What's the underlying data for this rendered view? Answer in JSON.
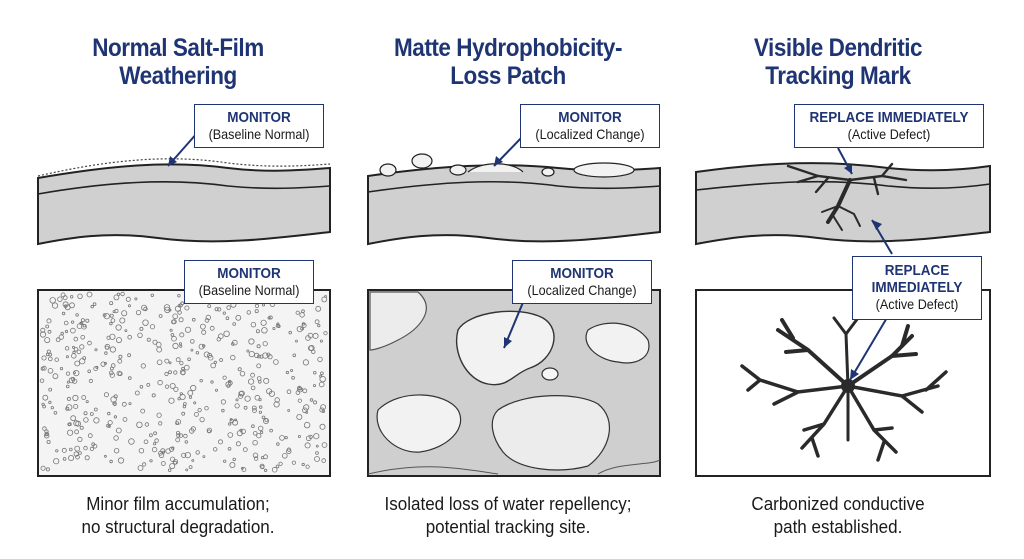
{
  "panels": [
    {
      "title": "Normal Salt-Film\nWeathering",
      "caption": "Minor film accumulation;\nno structural degradation.",
      "cross_section_callout": {
        "status": "MONITOR",
        "note": "(Baseline Normal)"
      },
      "surface_callout": {
        "status": "MONITOR",
        "note": "(Baseline Normal)"
      }
    },
    {
      "title": "Matte Hydrophobicity-\nLoss Patch",
      "caption": "Isolated loss of water repellency;\npotential tracking site.",
      "cross_section_callout": {
        "status": "MONITOR",
        "note": "(Localized Change)"
      },
      "surface_callout": {
        "status": "MONITOR",
        "note": "(Localized Change)"
      }
    },
    {
      "title": "Visible Dendritic\nTracking Mark",
      "caption": "Carbonized conductive\npath established.",
      "cross_section_callout": {
        "status": "REPLACE IMMEDIATELY",
        "note": "(Active Defect)"
      },
      "surface_callout": {
        "status": "REPLACE\nIMMEDIATELY",
        "note": "(Active Defect)"
      }
    }
  ],
  "colors": {
    "accent": "#1f3473",
    "body_gray": "#cfcfcf",
    "patch_gray": "#bdbdbd",
    "track_dark": "#2a2a2a"
  }
}
